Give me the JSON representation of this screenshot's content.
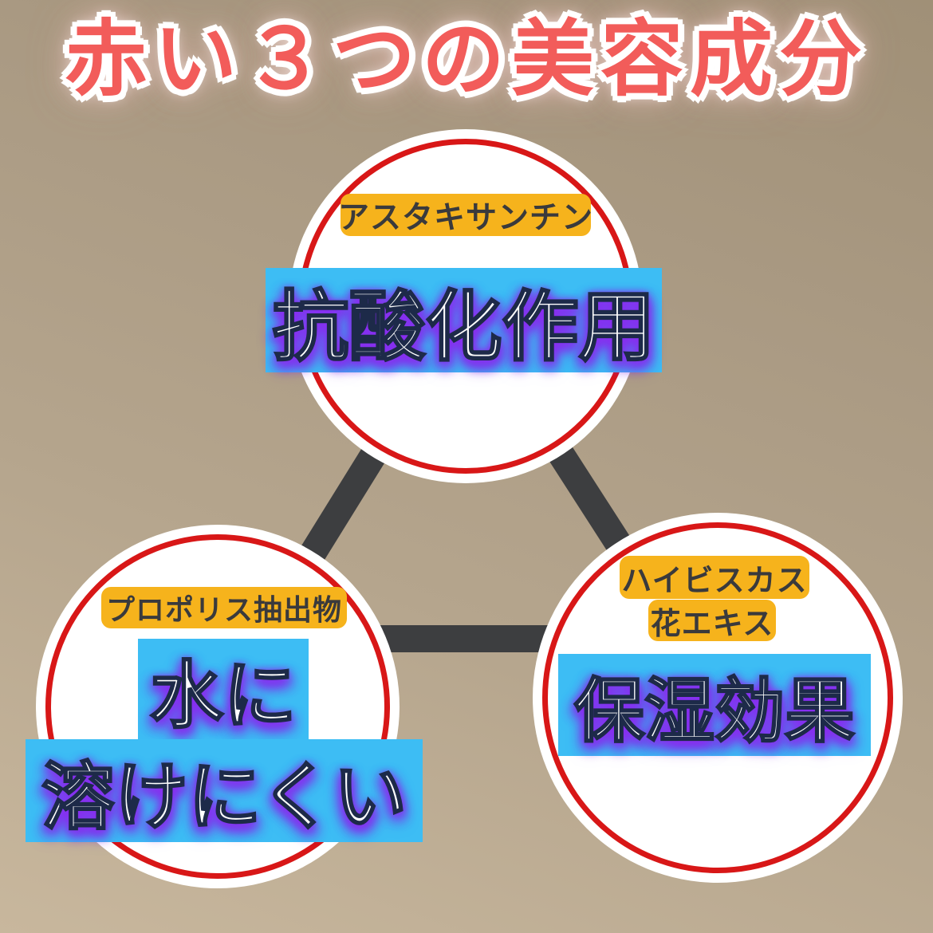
{
  "title": "赤い３つの美容成分",
  "colors": {
    "title_red": "#f25c5a",
    "tag_yellow": "#f6b31c",
    "banner_blue": "#3dbdf4",
    "ring_red": "#d81717",
    "connector_gray": "#3d3e40",
    "tag_text_dark": "#3a3a3c",
    "banner_glow_purple": "#8c2df2",
    "background_tan": "#b5a58d"
  },
  "diagram": {
    "top_node": {
      "ingredient": "アスタキサンチン",
      "effect": "抗酸化作用"
    },
    "left_node": {
      "ingredient": "プロポリス抽出物",
      "effect_line1": "水に",
      "effect_line2": "溶けにくい"
    },
    "right_node": {
      "ingredient_line1": "ハイビスカス",
      "ingredient_line2": "花エキス",
      "effect": "保湿効果"
    }
  }
}
